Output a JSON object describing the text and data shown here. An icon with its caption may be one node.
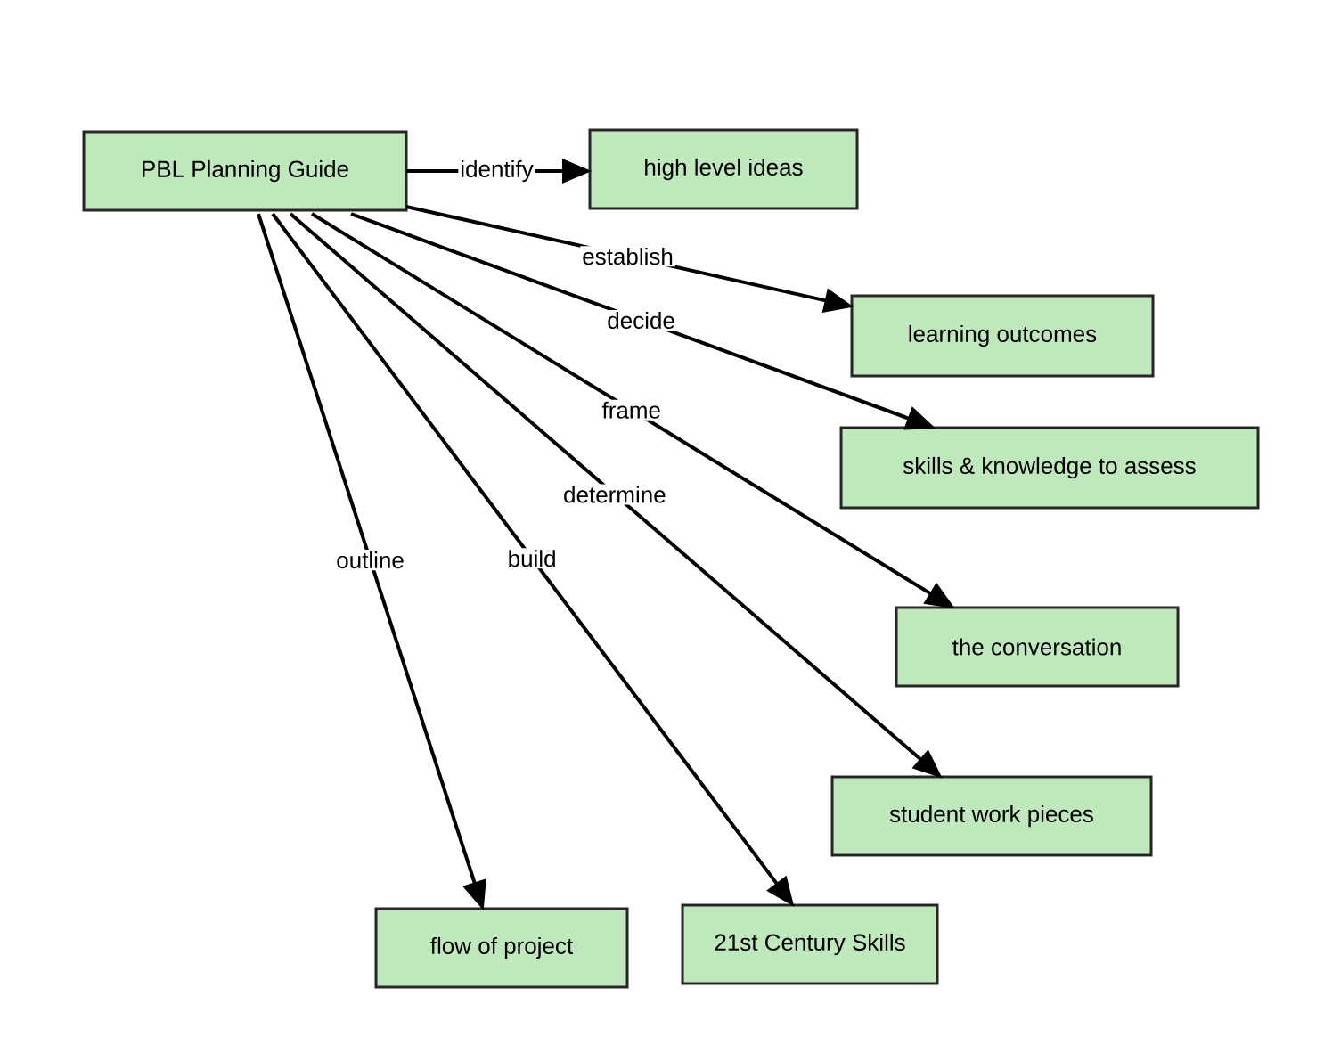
{
  "diagram": {
    "nodes": [
      {
        "text": [
          "PBL Planning Guide"
        ]
      },
      {
        "text": [
          "high level ideas"
        ]
      },
      {
        "text": [
          "learning outcomes"
        ]
      },
      {
        "text": [
          "skills & knowledge to assess"
        ]
      },
      {
        "text": [
          "the conversation"
        ]
      },
      {
        "text": [
          "student work pieces"
        ]
      },
      {
        "text": [
          "21st Century Skills"
        ]
      },
      {
        "text": [
          "flow of project"
        ]
      }
    ],
    "edges": [
      {
        "from": 0,
        "to": 1,
        "arrow": "to",
        "label": "identify"
      },
      {
        "from": 0,
        "to": 2,
        "arrow": "to",
        "label": "establish"
      },
      {
        "from": 0,
        "to": 3,
        "arrow": "to",
        "label": "decide"
      },
      {
        "from": 0,
        "to": 4,
        "arrow": "to",
        "label": "frame"
      },
      {
        "from": 0,
        "to": 5,
        "arrow": "to",
        "label": "determine"
      },
      {
        "from": 0,
        "to": 6,
        "arrow": "to",
        "label": "build"
      },
      {
        "from": 0,
        "to": 7,
        "arrow": "to",
        "label": "outline"
      }
    ]
  }
}
